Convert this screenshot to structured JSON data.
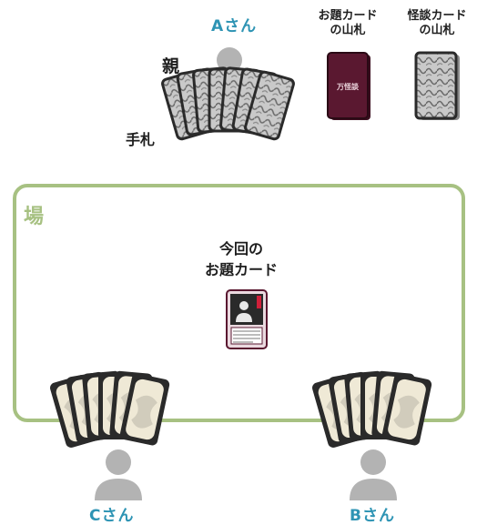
{
  "players": {
    "a": {
      "name": "Aさん"
    },
    "b": {
      "name": "Bさん"
    },
    "c": {
      "name": "Cさん"
    }
  },
  "labels": {
    "parent": "親",
    "hand": "手札",
    "field": "場",
    "current_topic": "今回の\nお題カード"
  },
  "decks": {
    "topic": {
      "label": "お題カード\nの山札",
      "card_text": "万怪談",
      "color": "#5a1830"
    },
    "ghost_story": {
      "label": "怪談カード\nの山札"
    }
  },
  "colors": {
    "player_name": "#2e94b4",
    "field_border": "#a7c182",
    "avatar": "#b3b3b3",
    "card_border": "#2a2a2a"
  }
}
